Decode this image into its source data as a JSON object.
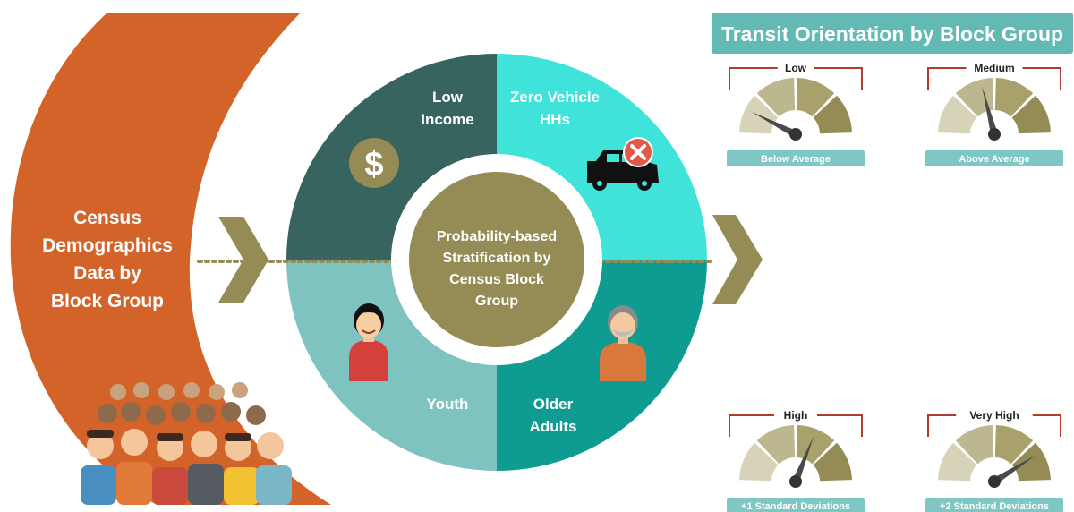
{
  "colors": {
    "orange": "#D4632A",
    "dark_teal": "#37645F",
    "cyan": "#3FE3DA",
    "light_teal": "#7FC3C1",
    "medium_teal": "#0E9B91",
    "olive": "#948C54",
    "gauge_frame": "#B23A2E",
    "caption_bg": "#7FC7C4",
    "title_bg": "#63B9B4"
  },
  "left_banner": {
    "line1": "Census",
    "line2": "Demographics",
    "line3": "Data by",
    "line4": "Block Group"
  },
  "center": {
    "line1": "Probability-based",
    "line2": "Stratification by",
    "line3": "Census Block",
    "line4": "Group"
  },
  "segments": {
    "low_income": {
      "line1": "Low",
      "line2": "Income",
      "icon": "dollar-icon"
    },
    "zero_vehicle": {
      "line1": "Zero Vehicle",
      "line2": "HHs",
      "icon": "no-car-icon"
    },
    "youth": {
      "line1": "Youth",
      "icon": "youth-person-icon"
    },
    "older_adults": {
      "line1": "Older",
      "line2": "Adults",
      "icon": "older-person-icon"
    }
  },
  "transit": {
    "title": "Transit Orientation by Block Group",
    "gauges": [
      {
        "title": "Low",
        "caption": "Below Average",
        "level": 0.15
      },
      {
        "title": "Medium",
        "caption": "Above Average",
        "level": 0.42
      },
      {
        "title": "High",
        "caption": "+1 Standard Deviations",
        "level": 0.62
      },
      {
        "title": "Very High",
        "caption": "+2 Standard Deviations",
        "level": 0.82
      }
    ]
  }
}
